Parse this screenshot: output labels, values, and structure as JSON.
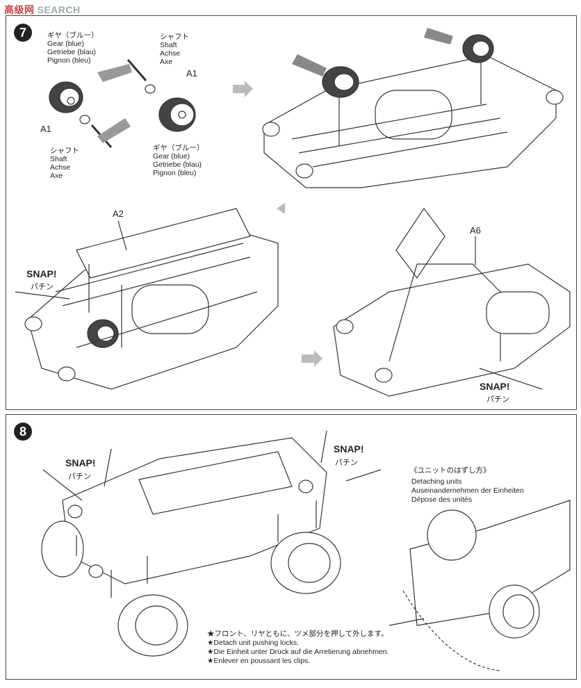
{
  "watermark": {
    "text": "SEARCH",
    "prefix": "高级网"
  },
  "step7": {
    "badge": "7",
    "gear_jp_top": "ギヤ（ブルー）",
    "gear_en_top": "Gear (blue)",
    "gear_de_top": "Getriebe (blau)",
    "gear_fr_top": "Pignon (bleu)",
    "shaft_jp_top": "シャフト",
    "shaft_en_top": "Shaft",
    "shaft_de_top": "Achse",
    "shaft_fr_top": "Axe",
    "a1_right": "A1",
    "a1_left": "A1",
    "shaft_jp_bottom": "シャフト",
    "shaft_en_bottom": "Shaft",
    "shaft_de_bottom": "Achse",
    "shaft_fr_bottom": "Axe",
    "gear_jp_bottom": "ギヤ（ブルー）",
    "gear_en_bottom": "Gear (blue)",
    "gear_de_bottom": "Getriebe (blau)",
    "gear_fr_bottom": "Pignon (bleu)",
    "a2": "A2",
    "a6": "A6",
    "snap_left": "SNAP!",
    "snap_left_jp": "パチン",
    "snap_right": "SNAP!",
    "snap_right_jp": "パチン"
  },
  "step8": {
    "badge": "8",
    "snap_left": "SNAP!",
    "snap_left_jp": "パチン",
    "snap_right": "SNAP!",
    "snap_right_jp": "パチン",
    "detach_jp": "《ユニットのはずし方》",
    "detach_en": "Detaching units",
    "detach_de": "Auseinandernehmen der Einheiten",
    "detach_fr": "Dépose des unités",
    "note_jp": "★フロント、リヤともに、ツメ部分を押して外します。",
    "note_en": "★Detach unit pushing locks.",
    "note_de": "★Die Einheit unter Druck auf die Arretierung abnehmen.",
    "note_fr": "★Enlever en poussant les clips."
  }
}
